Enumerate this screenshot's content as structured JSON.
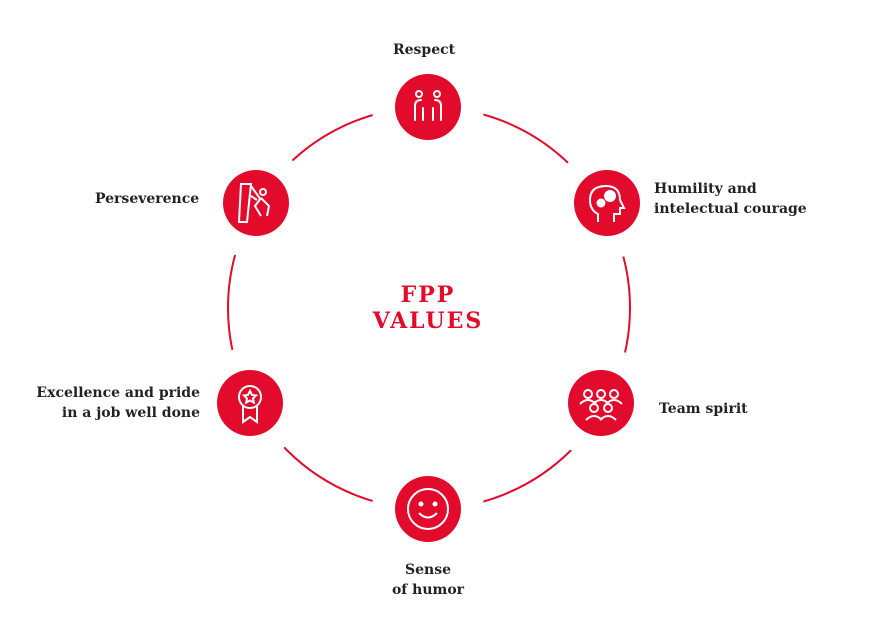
{
  "title": {
    "line1": "FPP",
    "line2": "VALUES"
  },
  "accent_color": "#e30b2c",
  "values": [
    {
      "label": "Respect",
      "icon": "people-bowing-icon"
    },
    {
      "label_line1": "Humility and",
      "label_line2": "intelectual courage",
      "icon": "head-gears-icon"
    },
    {
      "label": "Team spirit",
      "icon": "team-icon"
    },
    {
      "label_line1": "Sense",
      "label_line2": "of humor",
      "icon": "smiley-icon"
    },
    {
      "label_line1": "Excellence and pride",
      "label_line2": "in a job well done",
      "icon": "award-medal-icon"
    },
    {
      "label": "Perseverence",
      "icon": "climber-icon"
    }
  ]
}
